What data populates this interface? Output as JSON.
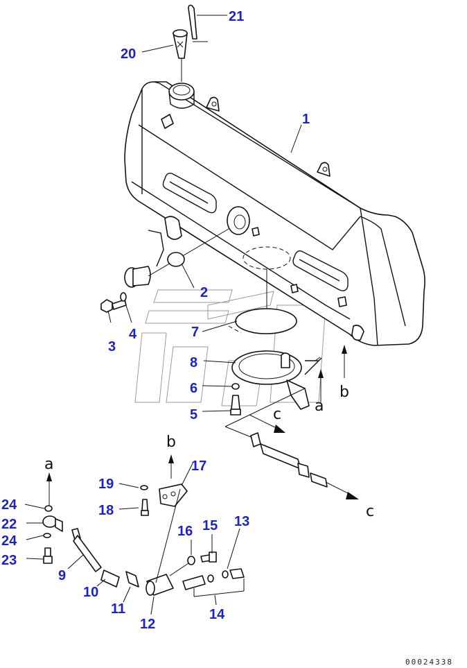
{
  "callouts": {
    "c1": "1",
    "c2": "2",
    "c3": "3",
    "c4": "4",
    "c5": "5",
    "c6": "6",
    "c7": "7",
    "c8": "8",
    "c9": "9",
    "c10": "10",
    "c11": "11",
    "c12": "12",
    "c13": "13",
    "c14": "14",
    "c15": "15",
    "c16": "16",
    "c17": "17",
    "c18": "18",
    "c19": "19",
    "c20": "20",
    "c21": "21",
    "c22": "22",
    "c23": "23",
    "c24a": "24",
    "c24b": "24"
  },
  "direction_markers": {
    "a_top": "a",
    "a_right": "a",
    "b_top": "b",
    "b_right": "b",
    "c_mid": "c",
    "c_right": "c"
  },
  "drawing_code": "00024338",
  "colors": {
    "callout": "#1a22c8",
    "line": "#111111",
    "background": "#ffffff"
  }
}
